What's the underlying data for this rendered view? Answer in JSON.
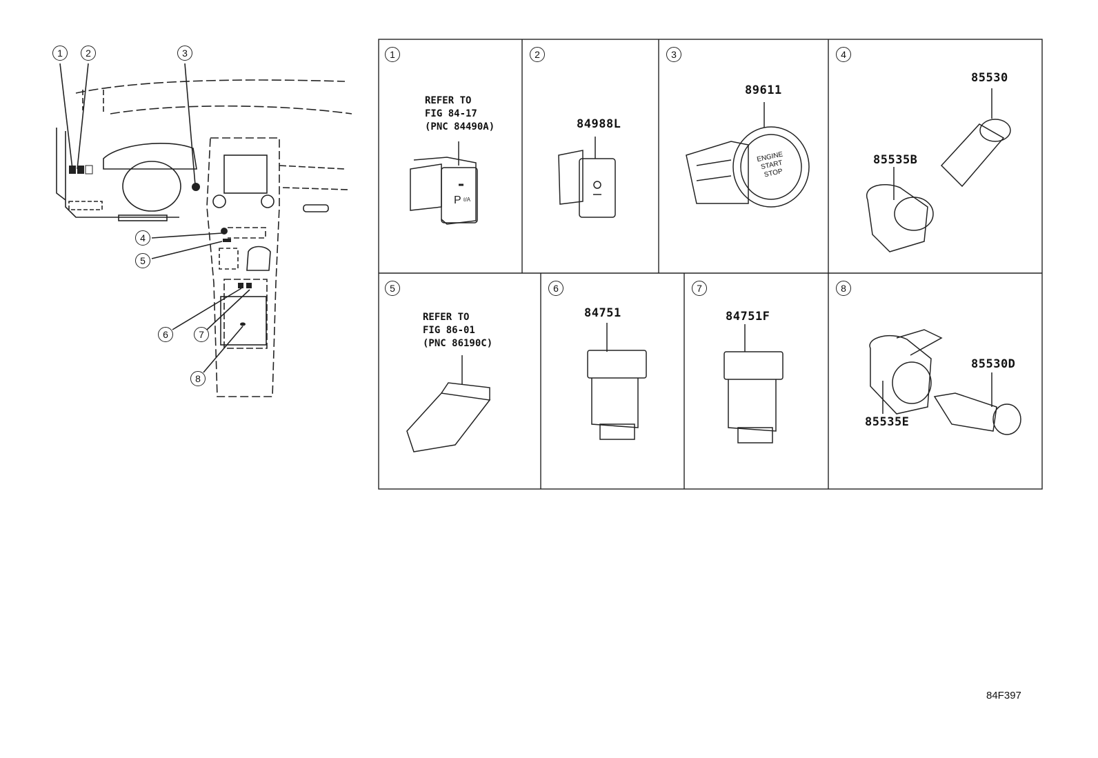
{
  "overview": {
    "callouts": [
      "1",
      "2",
      "3",
      "4",
      "5",
      "6",
      "7",
      "8"
    ]
  },
  "cells": [
    {
      "num": "1",
      "note": [
        "REFER TO",
        "FIG 84-17",
        "(PNC 84490A)"
      ]
    },
    {
      "num": "2",
      "parts": [
        "84988L"
      ]
    },
    {
      "num": "3",
      "parts": [
        "89611"
      ],
      "button_text": [
        "ENGINE",
        "START",
        "STOP"
      ]
    },
    {
      "num": "4",
      "parts": [
        "85530",
        "85535B"
      ]
    },
    {
      "num": "5",
      "note": [
        "REFER TO",
        "FIG 86-01",
        "(PNC 86190C)"
      ]
    },
    {
      "num": "6",
      "parts": [
        "84751"
      ]
    },
    {
      "num": "7",
      "parts": [
        "84751F"
      ]
    },
    {
      "num": "8",
      "parts": [
        "85530D",
        "85535E"
      ]
    }
  ],
  "figure_code": "84F397"
}
